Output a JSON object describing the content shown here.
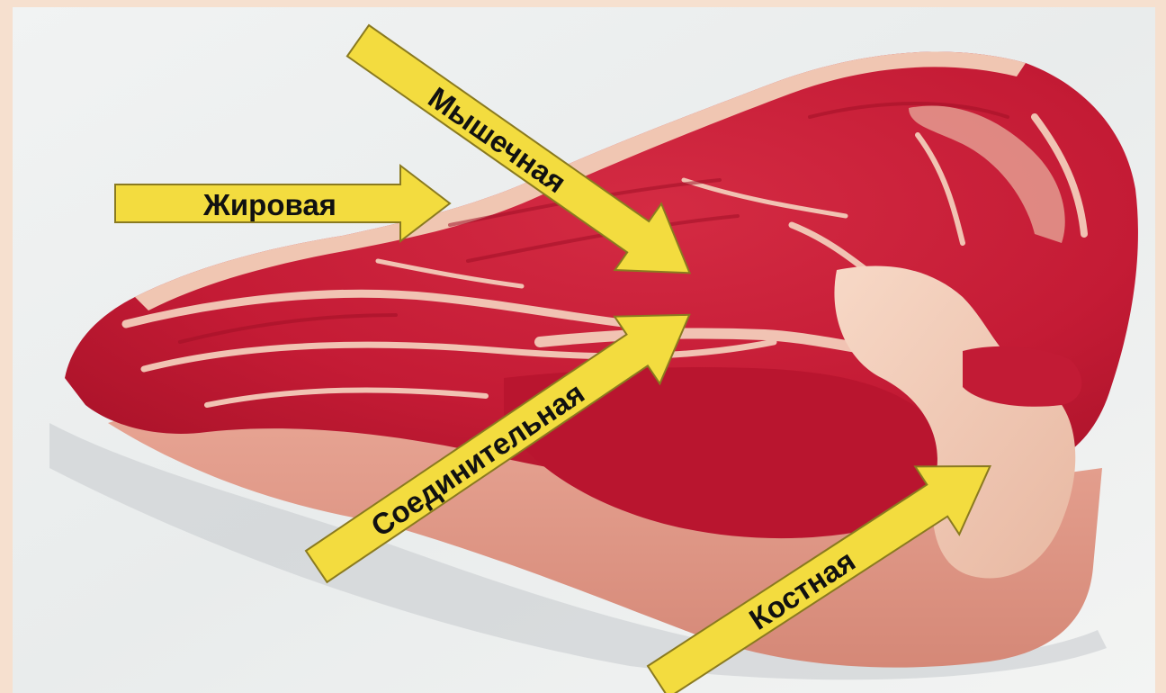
{
  "image": {
    "subject": "beef cut with tissue labels",
    "background_color": "#f6e0cf"
  },
  "labels": {
    "fat": "Жировая",
    "muscle": "Мышечная",
    "connective": "Соединительная",
    "bone": "Костная"
  },
  "colors": {
    "arrow_fill": "#f3dc3f",
    "arrow_stroke": "#8a7a20",
    "meat": "#c81e36",
    "fat": "#efc2b0",
    "bone": "#f2cfb8",
    "paper": "#eef0f0"
  }
}
